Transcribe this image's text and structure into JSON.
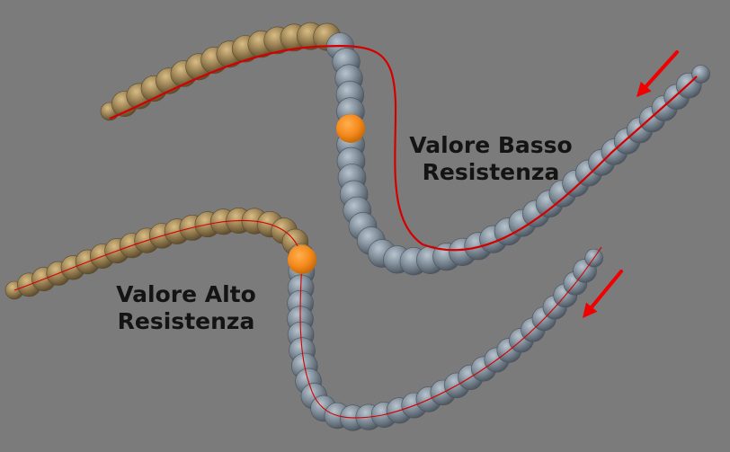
{
  "labels": {
    "low_resistance": {
      "line1": "Valore Basso",
      "line2": "Resistenza"
    },
    "high_resistance": {
      "line1": "Valore Alto",
      "line2": "Resistenza"
    }
  },
  "colors": {
    "background": "#7b7b7b",
    "bead_gray": "#8593a0",
    "bead_tan": "#a48a5a",
    "joint_orange": "#f58a1c",
    "spline_red": "#d40000",
    "arrow_red": "#f00000"
  },
  "icons": [
    "red-arrow-icon",
    "red-arrow-icon"
  ]
}
